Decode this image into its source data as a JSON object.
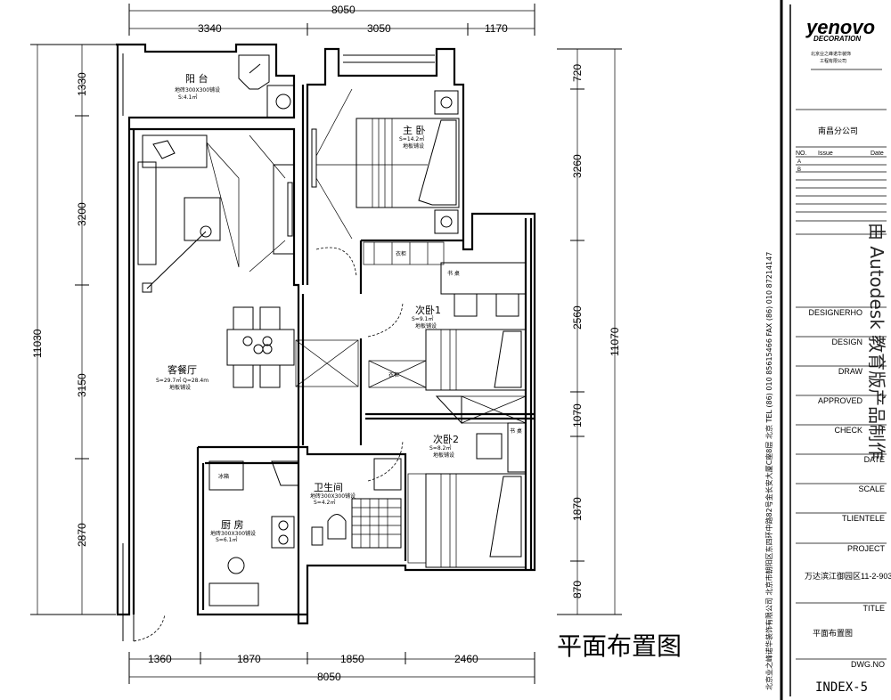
{
  "drawing_title": "平面布置图",
  "dimensions": {
    "top_total": "8050",
    "top": [
      "3340",
      "3050",
      "1170"
    ],
    "bottom": [
      "1360",
      "1870",
      "1850",
      "2460"
    ],
    "bottom_total": "8050",
    "left": [
      "1330",
      "3200",
      "3150",
      "2870"
    ],
    "left_total": "11030",
    "right": [
      "720",
      "3260",
      "2560",
      "1070",
      "1870",
      "870"
    ],
    "right_total": "11070"
  },
  "rooms": {
    "balcony": {
      "name": "阳 台",
      "floor": "地砖300X300铺设",
      "area": "S:4.1㎡"
    },
    "living": {
      "name": "客餐厅",
      "area": "S=29.7㎡  Q=28.4m",
      "floor": "地板铺设"
    },
    "master": {
      "name": "主 卧",
      "area": "S=14.2㎡",
      "floor": "地板铺设"
    },
    "bed1": {
      "name": "次卧1",
      "area": "S=9.1㎡",
      "floor": "地板铺设"
    },
    "bed2": {
      "name": "次卧2",
      "area": "S=8.2㎡",
      "floor": "地板铺设"
    },
    "bath": {
      "name": "卫生间",
      "floor": "地砖300X300铺设",
      "area": "S=4.2㎡"
    },
    "kitchen": {
      "name": "厨 房",
      "floor": "地砖300X300铺设",
      "area": "S=6.1㎡"
    },
    "wardrobe": "衣柜",
    "desk": "书 桌",
    "fridge": "冰箱"
  },
  "title_block": {
    "logo_main": "yenovo",
    "logo_sub": "DECORATION",
    "company_line1": "北京业之峰诺华装饰",
    "company_line2": "工程有限公司",
    "branch": "南昌分公司",
    "rev_headers": [
      "NO.",
      "Issue",
      "Date"
    ],
    "rev_rows": [
      "A",
      "B"
    ],
    "fields": [
      "DESIGNERHO",
      "DESIGN",
      "DRAW",
      "APPROVED",
      "CHECK",
      "DATE",
      "SCALE",
      "TLIENTELE",
      "PROJECT"
    ],
    "project_value": "万达滨江御园区11-2-903",
    "title_label": "TITLE",
    "title_value": "平面布置图",
    "dwg_label": "DWG.NO",
    "dwg_value": "INDEX-5",
    "side_strip": "北京业之峰诺华装饰有限公司  北京市朝阳区东四环中路82号金长安大厦C座8层   北京  TEL (86) 010 85615466   FAX (86) 010 87214147",
    "watermark": "由 Autodesk 教育版产品制作"
  }
}
